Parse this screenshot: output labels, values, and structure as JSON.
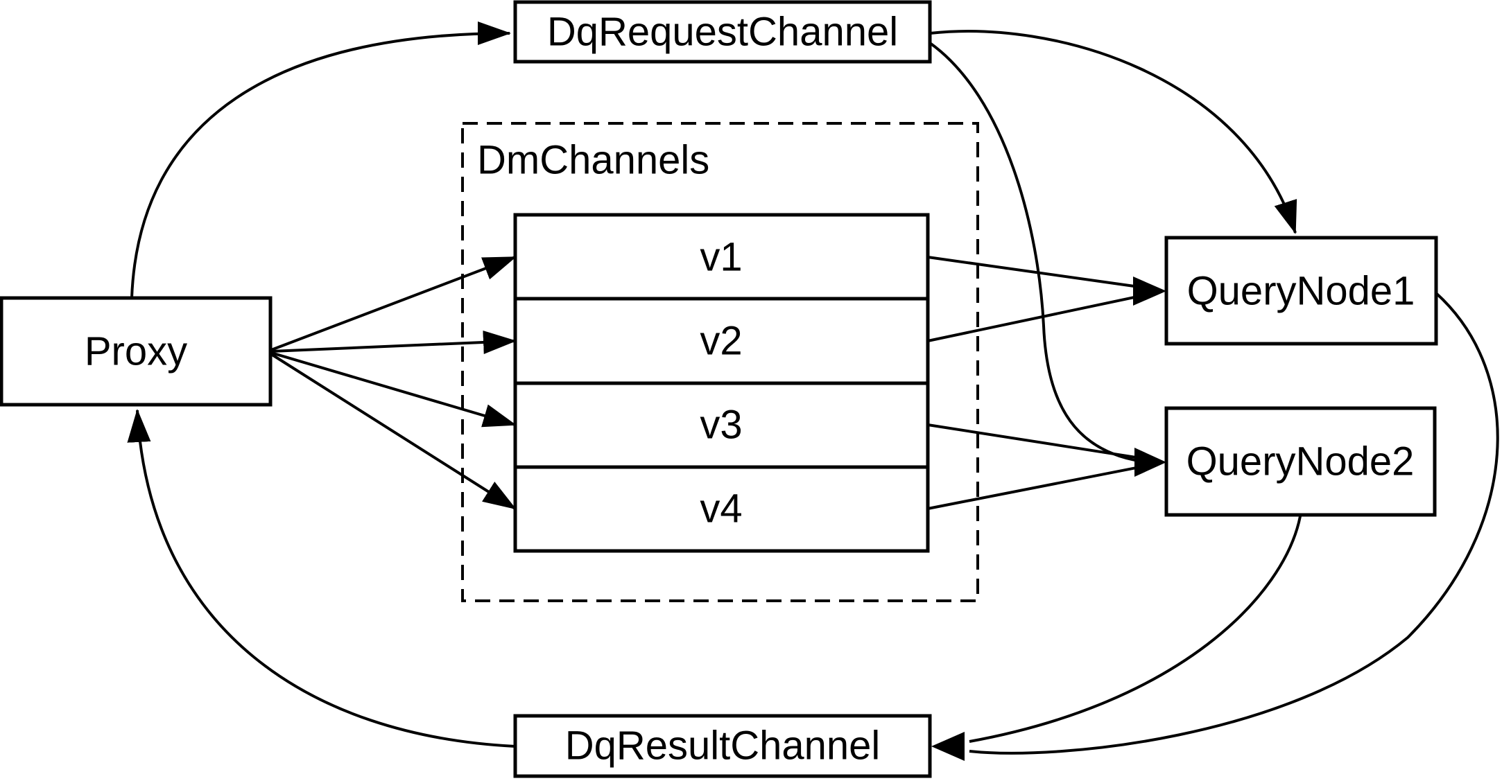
{
  "diagram": {
    "type": "architecture-flow-diagram",
    "colors": {
      "background": "#ffffff",
      "stroke": "#000000",
      "text": "#000000"
    },
    "nodes": {
      "proxy": {
        "label": "Proxy"
      },
      "dq_request_channel": {
        "label": "DqRequestChannel"
      },
      "dq_result_channel": {
        "label": "DqResultChannel"
      },
      "dm_channels_group": {
        "label": "DmChannels"
      },
      "channels": [
        "v1",
        "v2",
        "v3",
        "v4"
      ],
      "query_node1": {
        "label": "QueryNode1"
      },
      "query_node2": {
        "label": "QueryNode2"
      }
    },
    "edges": [
      {
        "from": "Proxy",
        "to": "DqRequestChannel"
      },
      {
        "from": "DqRequestChannel",
        "to": "QueryNode1"
      },
      {
        "from": "DqRequestChannel",
        "to": "QueryNode2"
      },
      {
        "from": "Proxy",
        "to": "v1"
      },
      {
        "from": "Proxy",
        "to": "v2"
      },
      {
        "from": "Proxy",
        "to": "v3"
      },
      {
        "from": "Proxy",
        "to": "v4"
      },
      {
        "from": "v1",
        "to": "QueryNode1"
      },
      {
        "from": "v2",
        "to": "QueryNode1"
      },
      {
        "from": "v3",
        "to": "QueryNode2"
      },
      {
        "from": "v4",
        "to": "QueryNode2"
      },
      {
        "from": "QueryNode1",
        "to": "DqResultChannel"
      },
      {
        "from": "QueryNode2",
        "to": "DqResultChannel"
      },
      {
        "from": "DqResultChannel",
        "to": "Proxy"
      }
    ]
  }
}
